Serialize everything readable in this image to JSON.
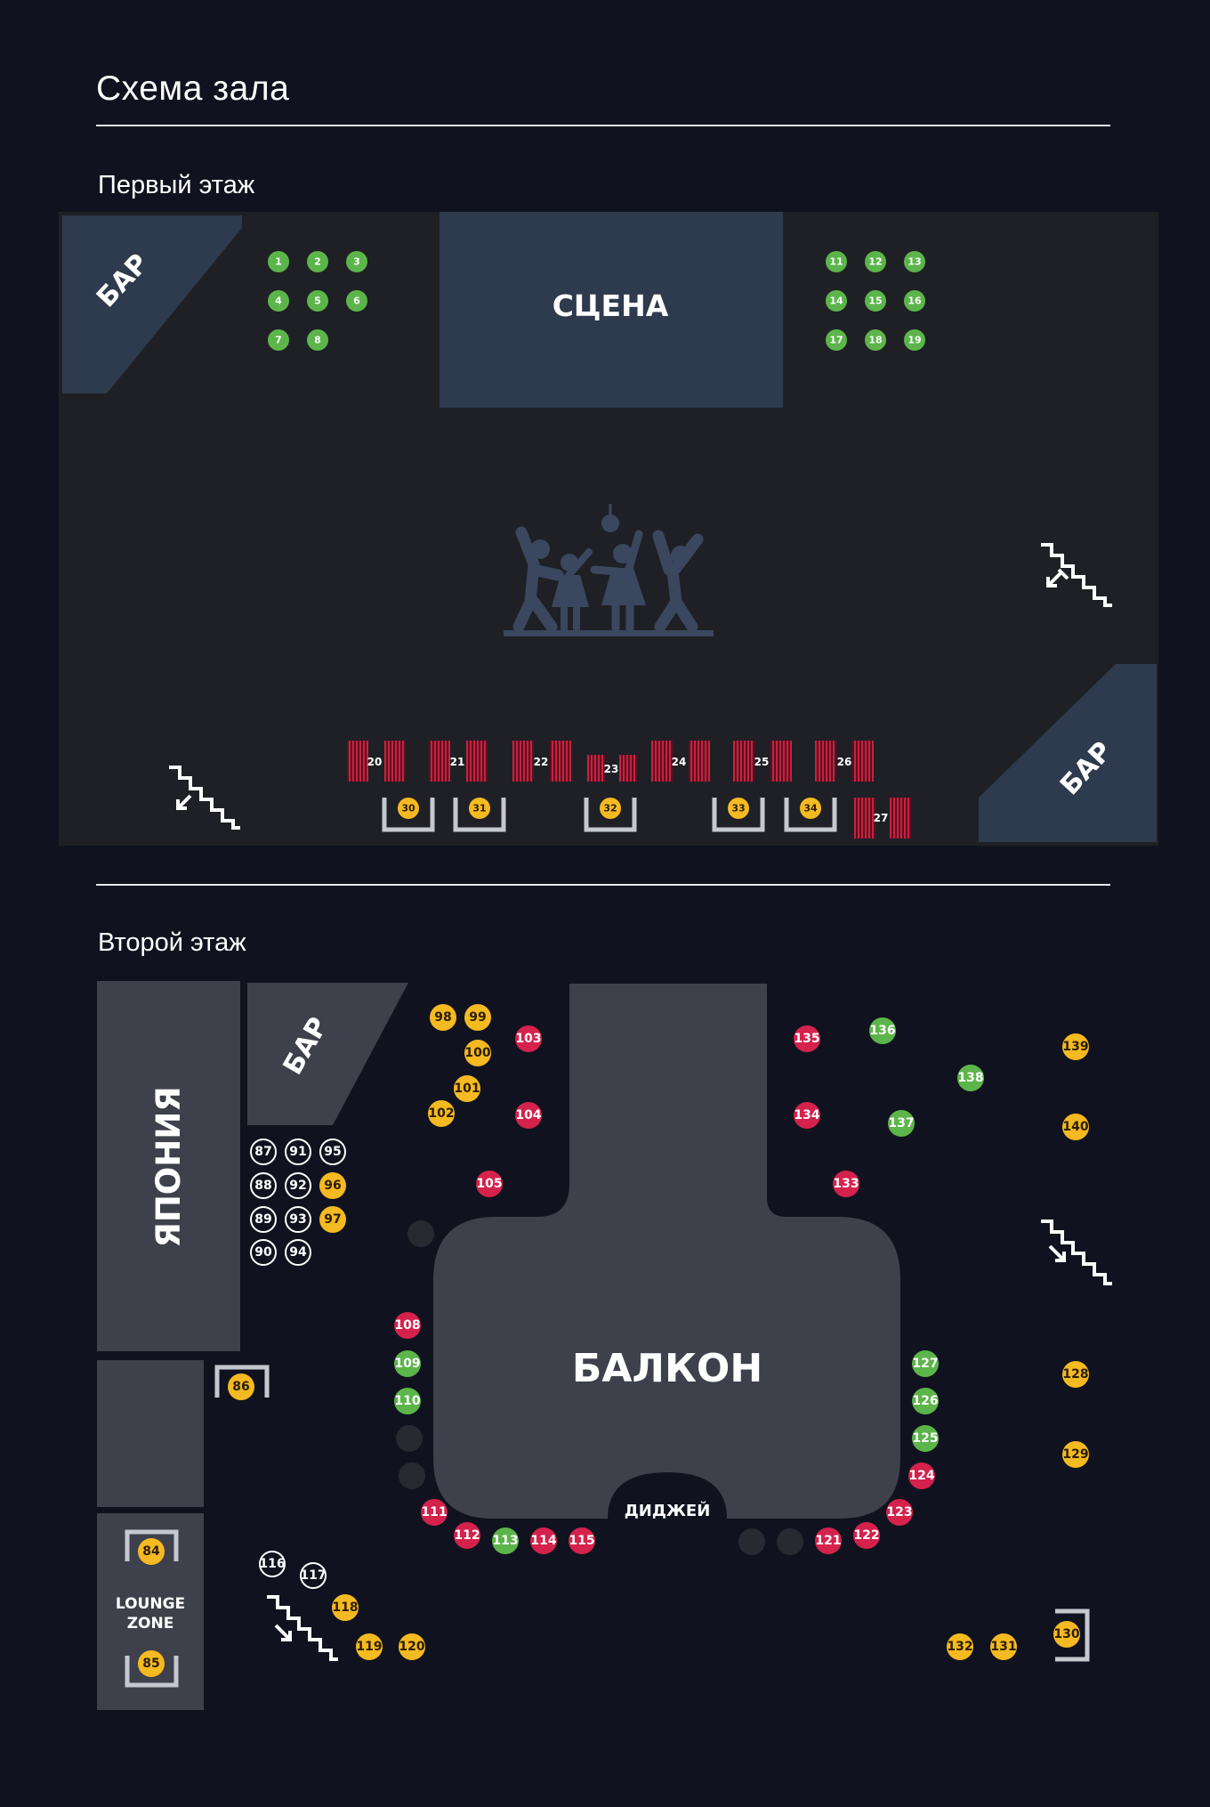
{
  "page": {
    "title": "Схема зала",
    "floor1_title": "Первый этаж",
    "floor2_title": "Второй этаж"
  },
  "floor1": {
    "zones": {
      "bar_left": "БАР",
      "stage": "СЦЕНА",
      "bar_right": "БАР"
    },
    "dance_floor_icon": "dancing-people-icon",
    "seats": [
      {
        "n": "1",
        "s": "green"
      },
      {
        "n": "2",
        "s": "green"
      },
      {
        "n": "3",
        "s": "green"
      },
      {
        "n": "4",
        "s": "green"
      },
      {
        "n": "5",
        "s": "green"
      },
      {
        "n": "6",
        "s": "green"
      },
      {
        "n": "7",
        "s": "green"
      },
      {
        "n": "8",
        "s": "green"
      },
      {
        "n": "11",
        "s": "green"
      },
      {
        "n": "12",
        "s": "green"
      },
      {
        "n": "13",
        "s": "green"
      },
      {
        "n": "14",
        "s": "green"
      },
      {
        "n": "15",
        "s": "green"
      },
      {
        "n": "16",
        "s": "green"
      },
      {
        "n": "17",
        "s": "green"
      },
      {
        "n": "18",
        "s": "green"
      },
      {
        "n": "19",
        "s": "green"
      },
      {
        "n": "30",
        "s": "yellow"
      },
      {
        "n": "31",
        "s": "yellow"
      },
      {
        "n": "32",
        "s": "yellow"
      },
      {
        "n": "33",
        "s": "yellow"
      },
      {
        "n": "34",
        "s": "yellow"
      }
    ],
    "tables": [
      "20",
      "21",
      "22",
      "23",
      "24",
      "25",
      "26",
      "27"
    ]
  },
  "floor2": {
    "zones": {
      "japan": "ЯПОНИЯ",
      "bar": "БАР",
      "balcony": "БАЛКОН",
      "dj": "ДИДЖЕЙ",
      "lounge_line1": "LOUNGE",
      "lounge_line2": "ZONE"
    },
    "seats": [
      {
        "n": "98",
        "s": "yellow"
      },
      {
        "n": "99",
        "s": "yellow"
      },
      {
        "n": "100",
        "s": "yellow"
      },
      {
        "n": "101",
        "s": "yellow"
      },
      {
        "n": "102",
        "s": "yellow"
      },
      {
        "n": "103",
        "s": "red"
      },
      {
        "n": "104",
        "s": "red"
      },
      {
        "n": "105",
        "s": "red"
      },
      {
        "n": "87",
        "s": "outline"
      },
      {
        "n": "91",
        "s": "outline"
      },
      {
        "n": "95",
        "s": "outline"
      },
      {
        "n": "88",
        "s": "outline"
      },
      {
        "n": "92",
        "s": "outline"
      },
      {
        "n": "96",
        "s": "yellow"
      },
      {
        "n": "89",
        "s": "outline"
      },
      {
        "n": "93",
        "s": "outline"
      },
      {
        "n": "97",
        "s": "yellow"
      },
      {
        "n": "90",
        "s": "outline"
      },
      {
        "n": "94",
        "s": "outline"
      },
      {
        "n": "86",
        "s": "yellow"
      },
      {
        "n": "84",
        "s": "yellow"
      },
      {
        "n": "85",
        "s": "yellow"
      },
      {
        "n": "108",
        "s": "red"
      },
      {
        "n": "109",
        "s": "green"
      },
      {
        "n": "110",
        "s": "green"
      },
      {
        "n": "111",
        "s": "red"
      },
      {
        "n": "112",
        "s": "red"
      },
      {
        "n": "113",
        "s": "green"
      },
      {
        "n": "114",
        "s": "red"
      },
      {
        "n": "115",
        "s": "red"
      },
      {
        "n": "116",
        "s": "outline"
      },
      {
        "n": "117",
        "s": "outline"
      },
      {
        "n": "118",
        "s": "yellow"
      },
      {
        "n": "119",
        "s": "yellow"
      },
      {
        "n": "120",
        "s": "yellow"
      },
      {
        "n": "121",
        "s": "red"
      },
      {
        "n": "122",
        "s": "red"
      },
      {
        "n": "123",
        "s": "red"
      },
      {
        "n": "124",
        "s": "red"
      },
      {
        "n": "125",
        "s": "green"
      },
      {
        "n": "126",
        "s": "green"
      },
      {
        "n": "127",
        "s": "green"
      },
      {
        "n": "128",
        "s": "yellow"
      },
      {
        "n": "129",
        "s": "yellow"
      },
      {
        "n": "130",
        "s": "yellow"
      },
      {
        "n": "131",
        "s": "yellow"
      },
      {
        "n": "132",
        "s": "yellow"
      },
      {
        "n": "133",
        "s": "red"
      },
      {
        "n": "134",
        "s": "red"
      },
      {
        "n": "135",
        "s": "red"
      },
      {
        "n": "136",
        "s": "green"
      },
      {
        "n": "137",
        "s": "green"
      },
      {
        "n": "138",
        "s": "green"
      },
      {
        "n": "139",
        "s": "yellow"
      },
      {
        "n": "140",
        "s": "yellow"
      }
    ]
  },
  "colors": {
    "green": "#5cb54a",
    "yellow": "#f5b921",
    "red": "#d4224c",
    "outline": "#ffffff",
    "table": "#c9213f",
    "zone": "#2e3a4d",
    "zone2": "#3e414b",
    "panel": "#1f2025"
  },
  "icons": [
    "stairs-up-icon",
    "stairs-down-icon",
    "dancing-people-icon"
  ]
}
